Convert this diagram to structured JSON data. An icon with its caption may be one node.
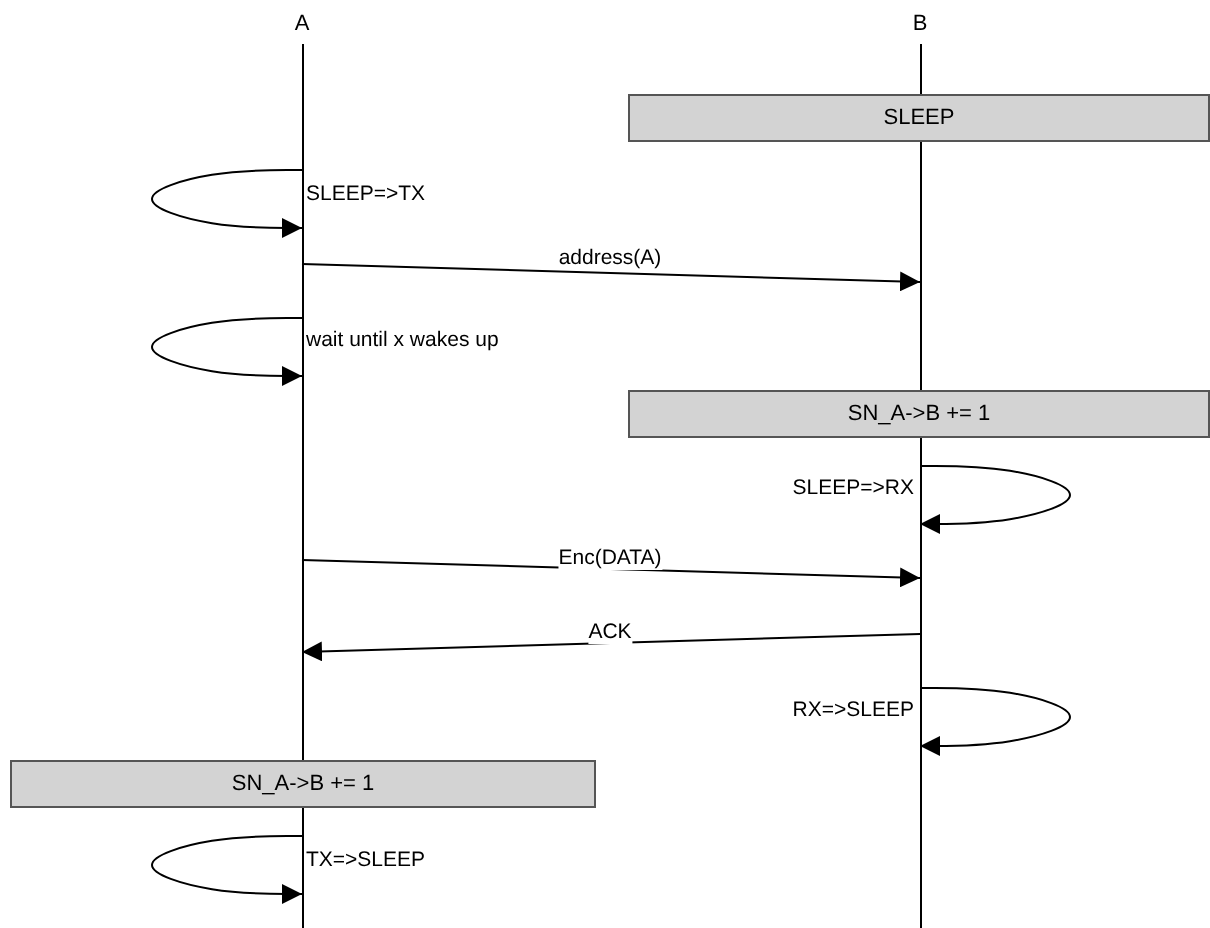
{
  "diagram": {
    "nodes": [
      {
        "text": [
          "A"
        ]
      },
      {
        "text": [
          "B"
        ]
      },
      {
        "text": [
          "SLEEP"
        ]
      },
      {
        "text": [
          "SN_A->B += 1"
        ]
      },
      {
        "text": [
          "SN_A->B += 1"
        ]
      }
    ],
    "edges": [
      {
        "from": 0,
        "to": 0,
        "arrow": "to",
        "label": "SLEEP=>TX"
      },
      {
        "from": 0,
        "to": 1,
        "arrow": "to",
        "label": "address(A)"
      },
      {
        "from": 0,
        "to": 0,
        "arrow": "to",
        "label": "wait until x wakes up"
      },
      {
        "from": 1,
        "to": 1,
        "arrow": "to",
        "label": "SLEEP=>RX"
      },
      {
        "from": 0,
        "to": 1,
        "arrow": "to",
        "label": "Enc(DATA)"
      },
      {
        "from": 1,
        "to": 0,
        "arrow": "to",
        "label": "ACK"
      },
      {
        "from": 1,
        "to": 1,
        "arrow": "to",
        "label": "RX=>SLEEP"
      },
      {
        "from": 0,
        "to": 0,
        "arrow": "to",
        "label": "TX=>SLEEP"
      }
    ]
  }
}
